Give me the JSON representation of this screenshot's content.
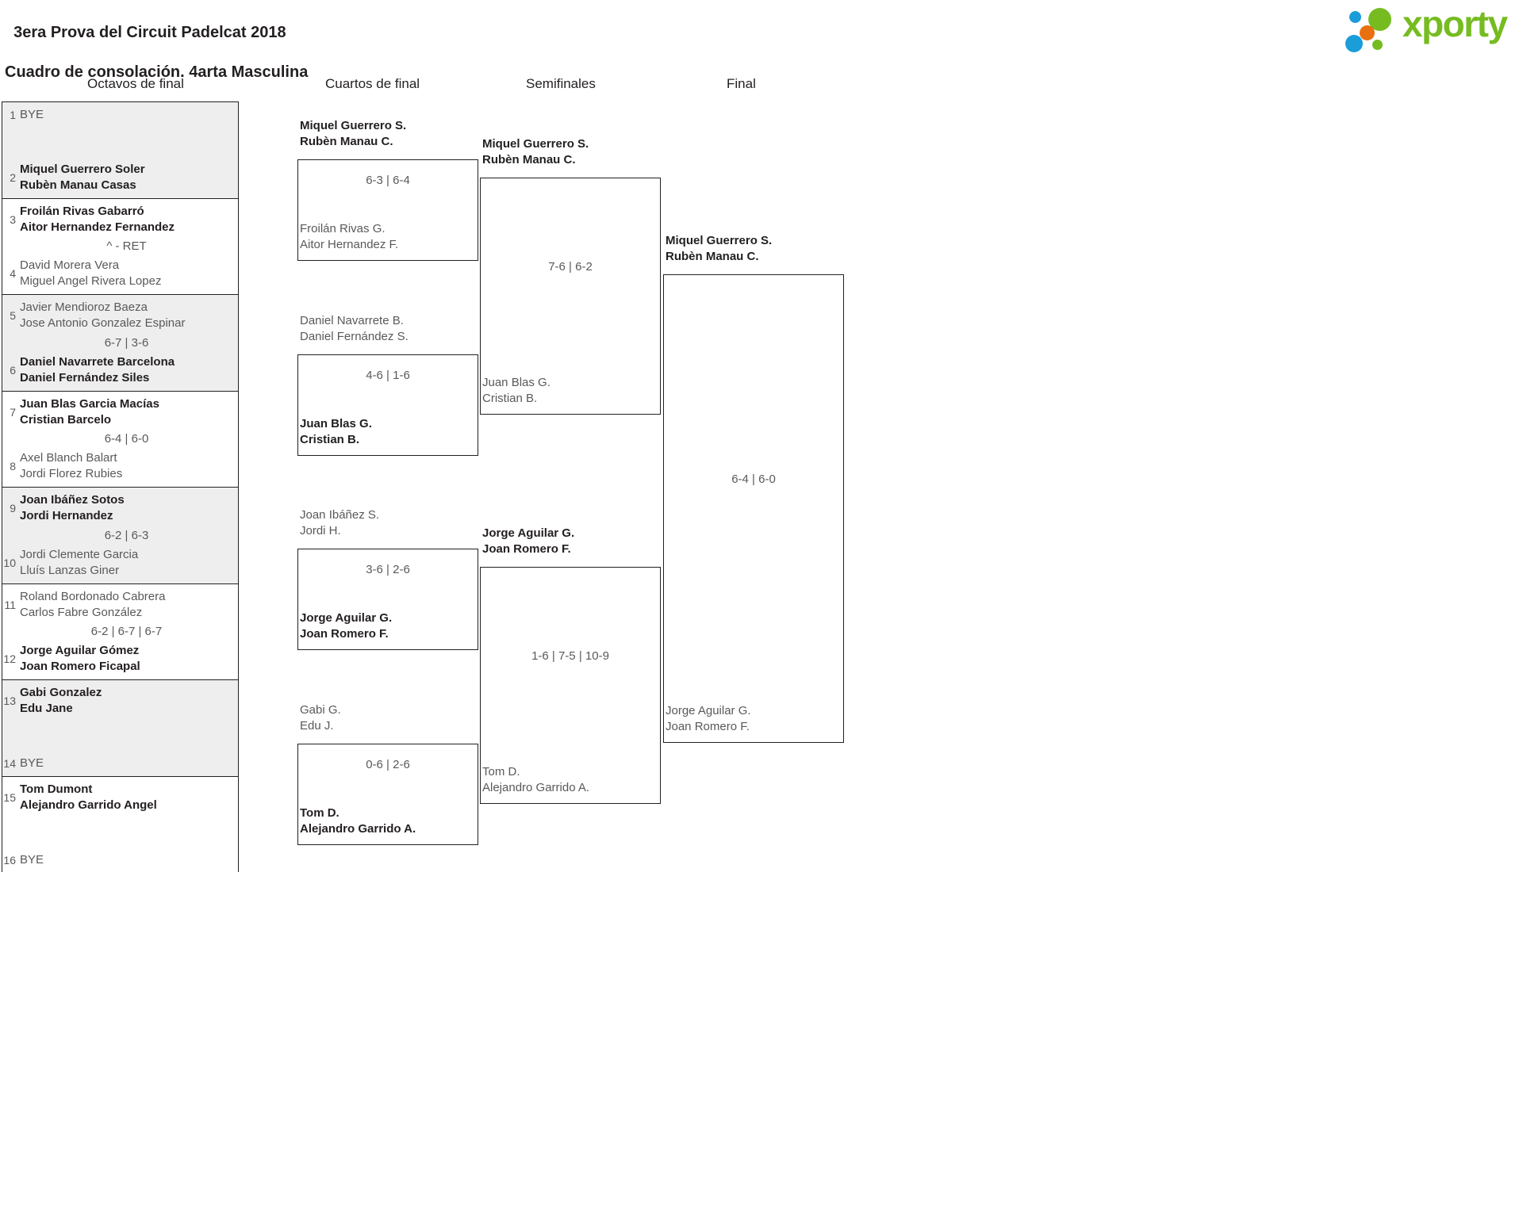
{
  "header": {
    "title_line1": "3era Prova del Circuit Padelcat 2018",
    "title_line2": "Cuadro de consolación. 4arta Masculina"
  },
  "brand": {
    "name": "xporty",
    "colors": {
      "green": "#76bc21",
      "blue": "#1b9dd9",
      "orange": "#e8700f"
    }
  },
  "rounds": [
    {
      "label": "Octavos de final"
    },
    {
      "label": "Cuartos de final"
    },
    {
      "label": "Semifinales"
    },
    {
      "label": "Final"
    }
  ],
  "round1": {
    "pairs": [
      {
        "top": {
          "seed": "1",
          "names": "BYE",
          "winner": false,
          "bye": true
        },
        "score": "",
        "bottom": {
          "seed": "2",
          "names": "Miquel Guerrero Soler\nRubèn Manau Casas",
          "winner": true,
          "bye": false
        }
      },
      {
        "top": {
          "seed": "3",
          "names": "Froilán Rivas Gabarró\nAitor Hernandez Fernandez",
          "winner": true,
          "bye": false
        },
        "score": "^ - RET",
        "bottom": {
          "seed": "4",
          "names": "David Morera Vera\nMiguel Angel Rivera Lopez",
          "winner": false,
          "bye": false
        }
      },
      {
        "top": {
          "seed": "5",
          "names": "Javier Mendioroz Baeza\nJose Antonio Gonzalez Espinar",
          "winner": false,
          "bye": false
        },
        "score": "6-7 | 3-6",
        "bottom": {
          "seed": "6",
          "names": "Daniel Navarrete Barcelona\nDaniel Fernández Siles",
          "winner": true,
          "bye": false
        }
      },
      {
        "top": {
          "seed": "7",
          "names": "Juan Blas Garcia Macías\nCristian Barcelo",
          "winner": true,
          "bye": false
        },
        "score": "6-4 | 6-0",
        "bottom": {
          "seed": "8",
          "names": "Axel Blanch Balart\nJordi Florez Rubies",
          "winner": false,
          "bye": false
        }
      },
      {
        "top": {
          "seed": "9",
          "names": "Joan Ibáñez Sotos\nJordi Hernandez",
          "winner": true,
          "bye": false
        },
        "score": "6-2 | 6-3",
        "bottom": {
          "seed": "10",
          "names": "Jordi Clemente Garcia\nLluís Lanzas Giner",
          "winner": false,
          "bye": false
        }
      },
      {
        "top": {
          "seed": "11",
          "names": "Roland Bordonado Cabrera\nCarlos Fabre González",
          "winner": false,
          "bye": false
        },
        "score": "6-2 | 6-7 | 6-7",
        "bottom": {
          "seed": "12",
          "names": "Jorge Aguilar Gómez\nJoan Romero Ficapal",
          "winner": true,
          "bye": false
        }
      },
      {
        "top": {
          "seed": "13",
          "names": "Gabi Gonzalez\nEdu Jane",
          "winner": true,
          "bye": false
        },
        "score": "",
        "bottom": {
          "seed": "14",
          "names": "BYE",
          "winner": false,
          "bye": true
        }
      },
      {
        "top": {
          "seed": "15",
          "names": "Tom Dumont\nAlejandro Garrido Angel",
          "winner": true,
          "bye": false
        },
        "score": "",
        "bottom": {
          "seed": "16",
          "names": "BYE",
          "winner": false,
          "bye": true
        }
      }
    ]
  },
  "quarterfinals": [
    {
      "above": {
        "names": "Miquel Guerrero S.\nRubèn Manau C.",
        "winner": true
      },
      "score": "6-3 | 6-4",
      "below": {
        "names": "Froilán Rivas G.\nAitor Hernandez F.",
        "winner": false
      }
    },
    {
      "above": {
        "names": "Daniel Navarrete B.\nDaniel Fernández S.",
        "winner": false
      },
      "score": "4-6 | 1-6",
      "below": {
        "names": "Juan Blas G.\nCristian B.",
        "winner": true
      }
    },
    {
      "above": {
        "names": "Joan Ibáñez S.\nJordi H.",
        "winner": false
      },
      "score": "3-6 | 2-6",
      "below": {
        "names": "Jorge Aguilar G.\nJoan Romero F.",
        "winner": true
      }
    },
    {
      "above": {
        "names": "Gabi G.\nEdu J.",
        "winner": false
      },
      "score": "0-6 | 2-6",
      "below": {
        "names": "Tom D.\nAlejandro Garrido A.",
        "winner": true
      }
    }
  ],
  "semifinals": [
    {
      "above": {
        "names": "Miquel Guerrero S.\nRubèn Manau C.",
        "winner": true
      },
      "score": "7-6 | 6-2",
      "below": {
        "names": "Juan Blas G.\nCristian B.",
        "winner": false
      }
    },
    {
      "above": {
        "names": "Jorge Aguilar G.\nJoan Romero F.",
        "winner": true
      },
      "score": "1-6 | 7-5 | 10-9",
      "below": {
        "names": "Tom D.\nAlejandro Garrido A.",
        "winner": false
      }
    }
  ],
  "final": [
    {
      "above": {
        "names": "Miquel Guerrero S.\nRubèn Manau C.",
        "winner": true
      },
      "score": "6-4 | 6-0",
      "below": {
        "names": "Jorge Aguilar G.\nJoan Romero F.",
        "winner": false
      }
    }
  ]
}
